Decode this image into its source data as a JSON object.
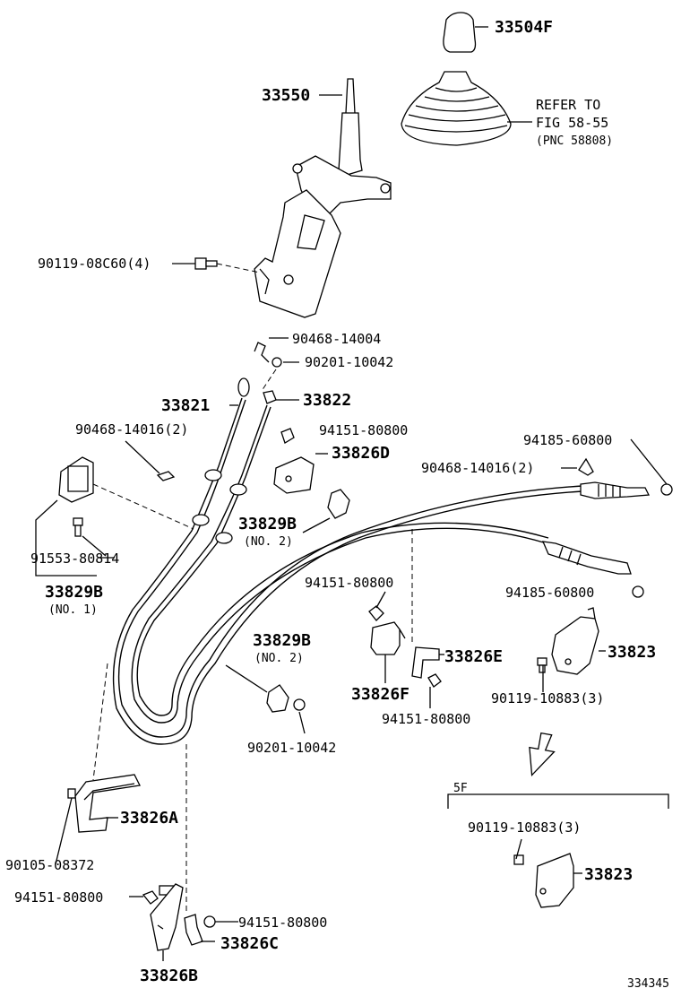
{
  "labels": {
    "knob": "33504F",
    "refer_1": "REFER TO",
    "refer_2": "FIG 58-55",
    "refer_3": "(PNC 58808)",
    "lever": "33550",
    "bolt_lever": "90119-08C60(4)",
    "clip_top": "90468-14004",
    "washer_top": "90201-10042",
    "cable_a": "33821",
    "cable_b": "33822",
    "clip_left": "90468-14016(2)",
    "nut_d": "94151-80800",
    "bracket_d": "33826D",
    "nut_right_top": "94185-60800",
    "clip_right": "90468-14016(2)",
    "clamp_no2_upper": "33829B",
    "clamp_no2_upper_sub": "(NO. 2)",
    "bolt_no1": "91553-80814",
    "clamp_no1": "33829B",
    "clamp_no1_sub": "(NO. 1)",
    "nut_mid": "94151-80800",
    "nut_right_mid": "94185-60800",
    "clamp_no2_lower": "33829B",
    "clamp_no2_lower_sub": "(NO. 2)",
    "bracket_e": "33826E",
    "bracket_right": "33823",
    "bracket_f": "33826F",
    "bolt_right": "90119-10883(3)",
    "nut_f": "94151-80800",
    "washer_low": "90201-10042",
    "variant": "5F",
    "bracket_a": "33826A",
    "bolt_variant": "90119-10883(3)",
    "bolt_a": "90105-08372",
    "bracket_variant": "33823",
    "nut_b": "94151-80800",
    "nut_c": "94151-80800",
    "bracket_c": "33826C",
    "bracket_b": "33826B",
    "illustration_no": "334345"
  }
}
